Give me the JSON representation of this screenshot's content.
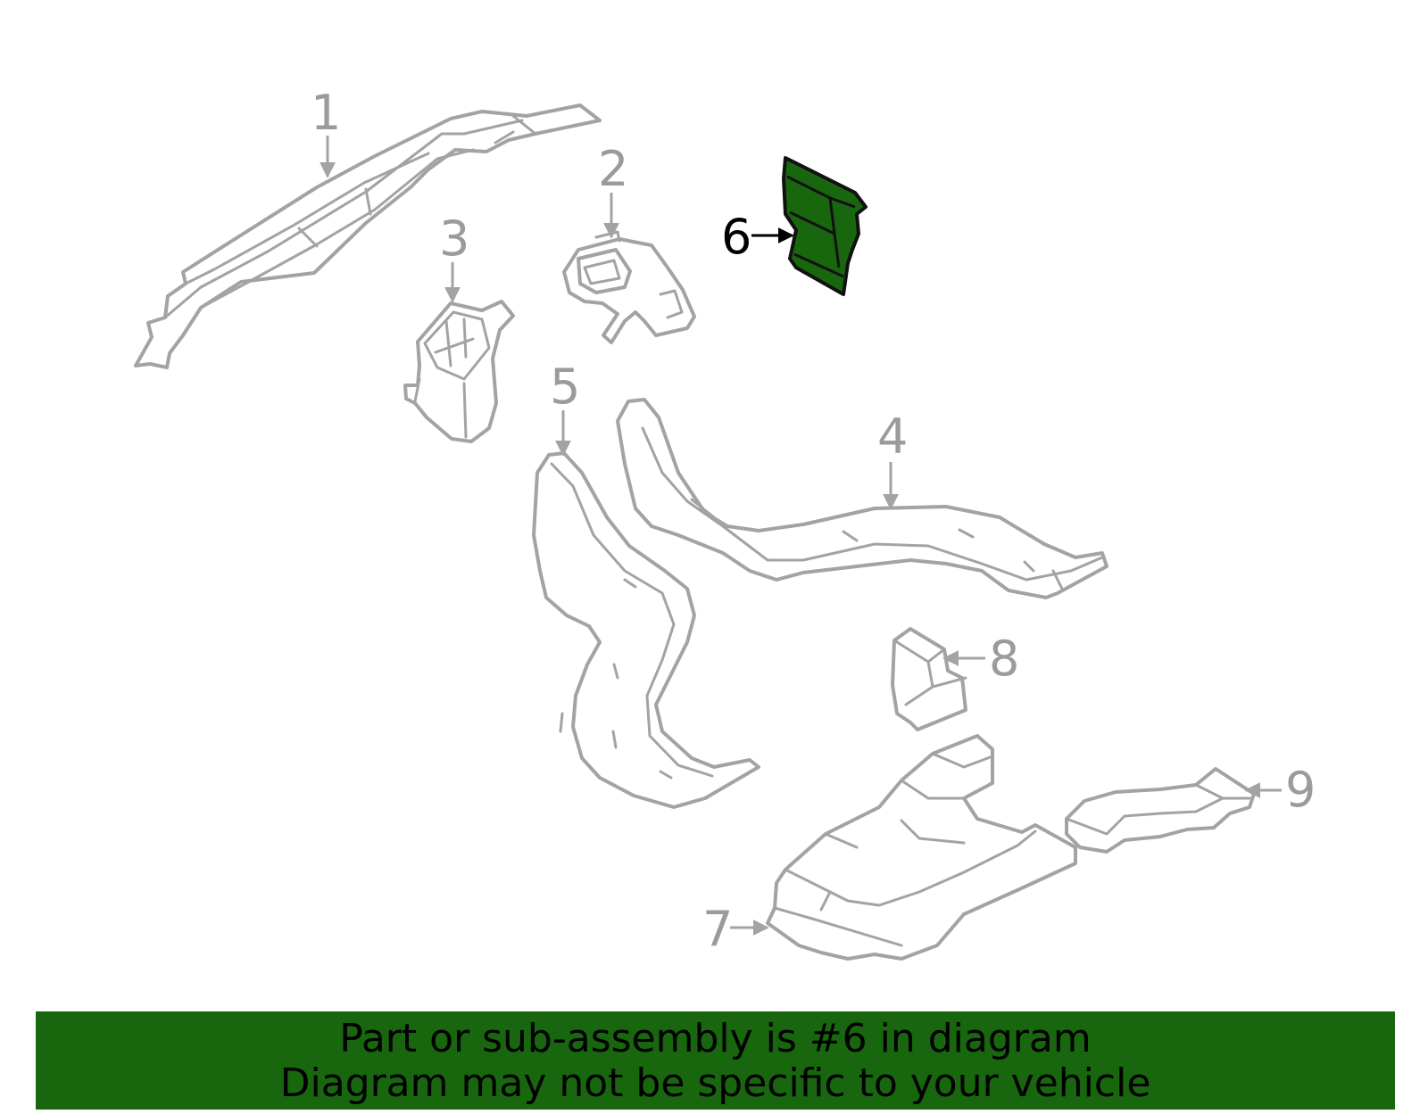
{
  "diagram": {
    "callouts": [
      "1",
      "2",
      "3",
      "4",
      "5",
      "6",
      "7",
      "8",
      "9"
    ],
    "highlighted_part": "6",
    "highlight_color": "#18670e",
    "line_color": "#a3a3a3",
    "label_color": "#9b9b9b"
  },
  "footer": {
    "line1": "Part or sub-assembly is #6 in diagram",
    "line2": "Diagram may not be specific to your vehicle",
    "background": "#18670e"
  }
}
